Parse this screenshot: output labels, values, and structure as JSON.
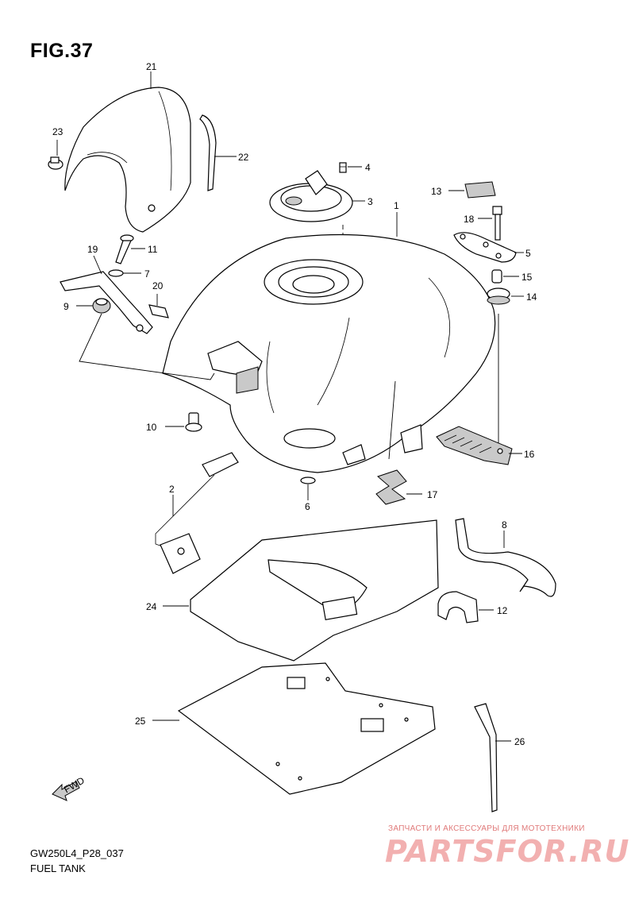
{
  "figure": {
    "title": "FIG.37"
  },
  "footer": {
    "code": "GW250L4_P28_037",
    "name": "FUEL TANK"
  },
  "watermark": {
    "tagline": "ЗАПЧАСТИ И АКСЕССУАРЫ ДЛЯ МОТОТЕХНИКИ",
    "logo": "PARTSFOR.RU"
  },
  "fwd_label": "FWD",
  "callouts": {
    "c1": "1",
    "c2": "2",
    "c3": "3",
    "c4": "4",
    "c5": "5",
    "c6": "6",
    "c7": "7",
    "c8": "8",
    "c9": "9",
    "c10": "10",
    "c11": "11",
    "c12": "12",
    "c13": "13",
    "c14": "14",
    "c15": "15",
    "c16": "16",
    "c17": "17",
    "c18": "18",
    "c19": "19",
    "c20": "20",
    "c21": "21",
    "c22": "22",
    "c23": "23",
    "c24": "24",
    "c25": "25",
    "c26": "26"
  },
  "colors": {
    "line": "#000000",
    "shade": "#c9c9c9",
    "watermark": "#f2b0b0"
  }
}
